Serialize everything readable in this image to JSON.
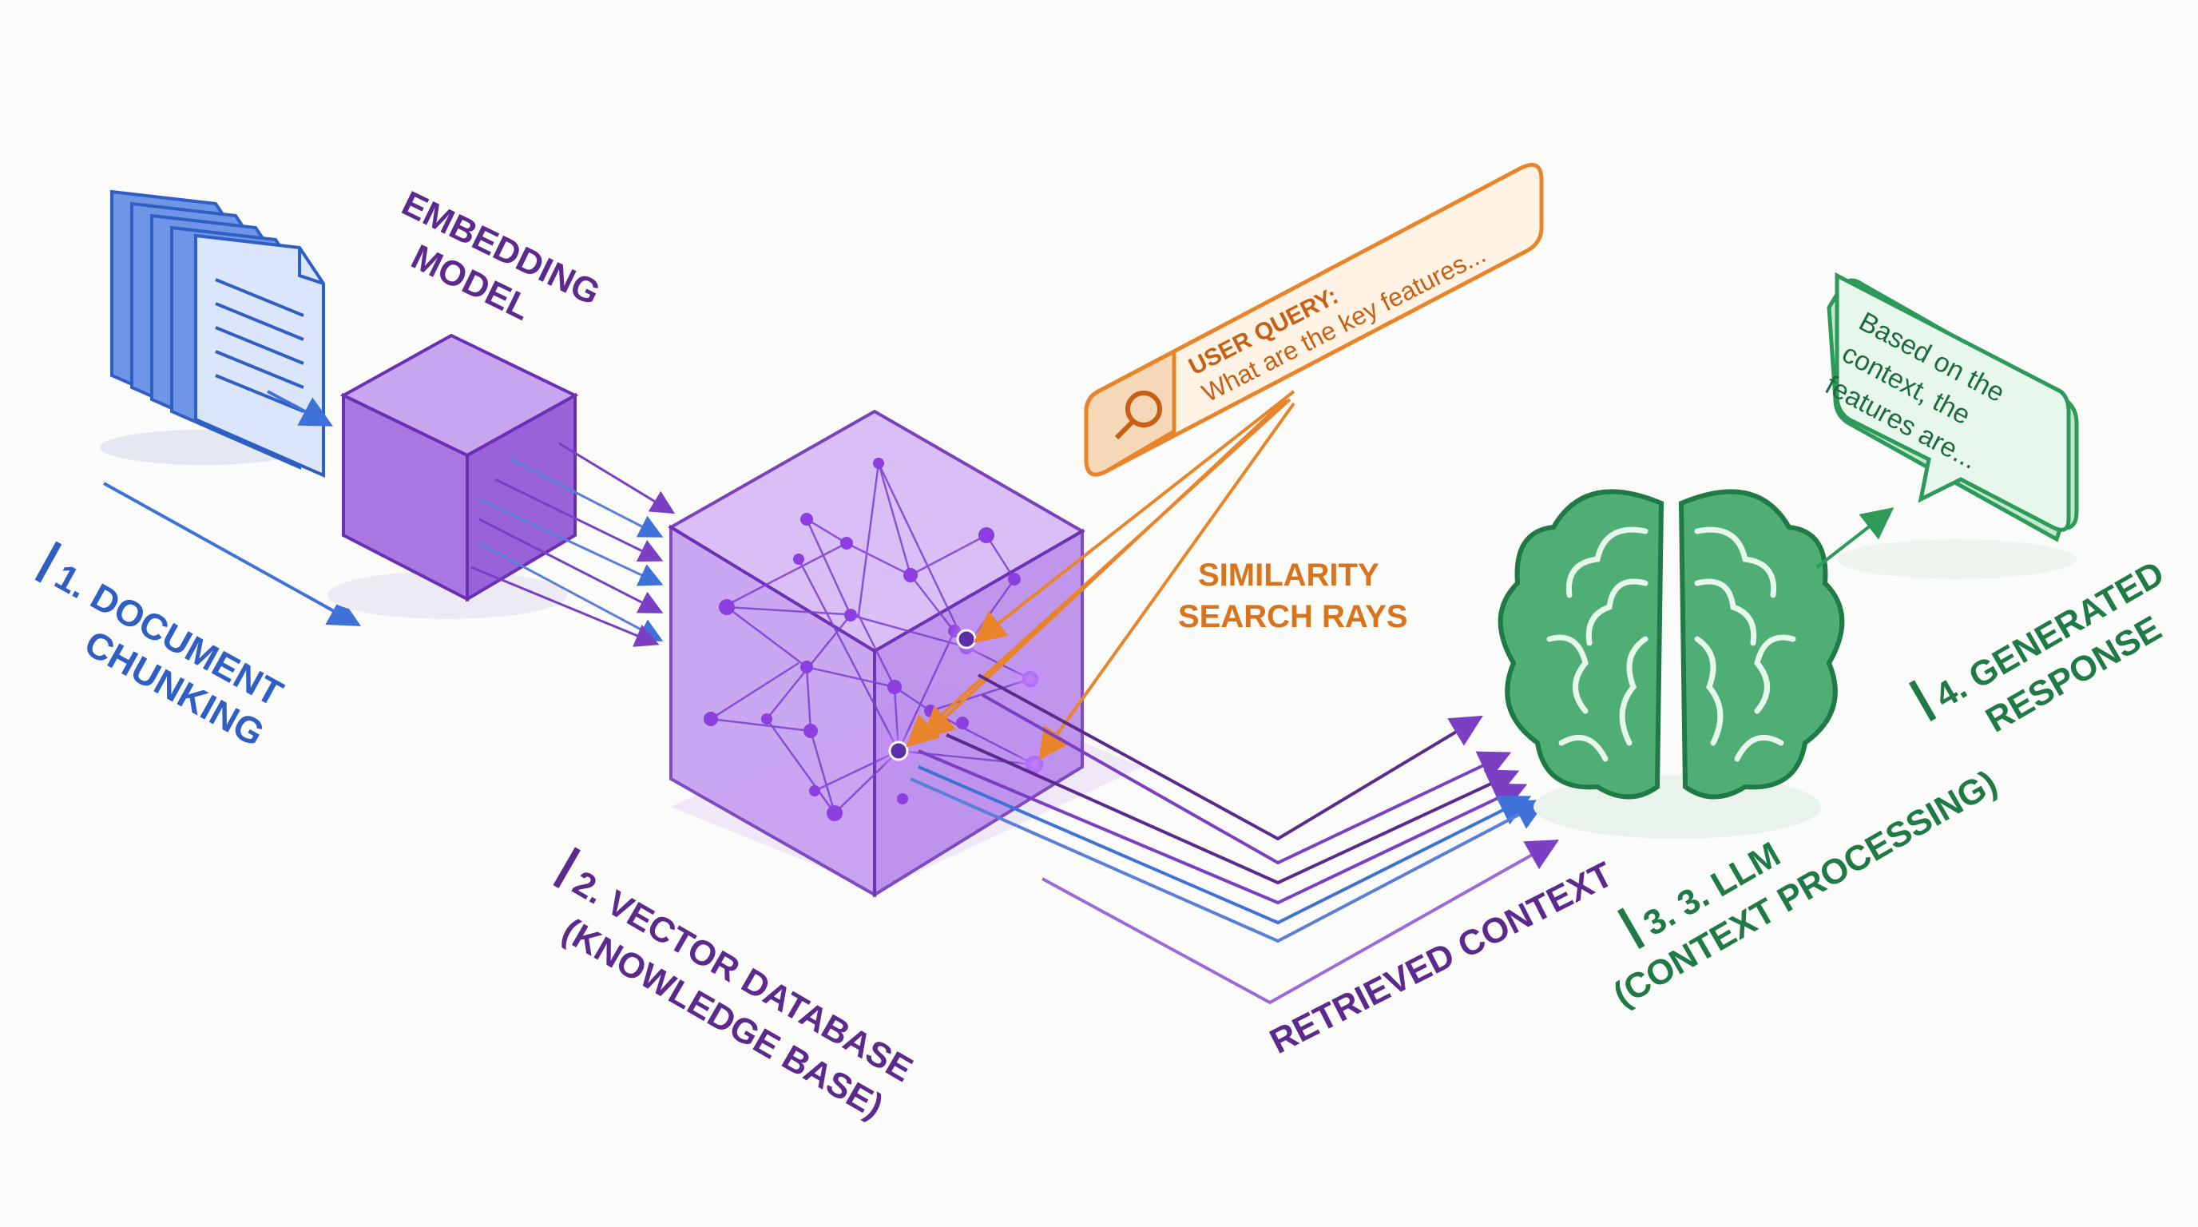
{
  "stages": {
    "chunking": "1. DOCUMENT CHUNKING",
    "chunking_lines": [
      "1. DOCUMENT",
      "CHUNKING"
    ],
    "embedding_lines": [
      "EMBEDDING",
      "MODEL"
    ],
    "vector_db_lines": [
      "2. VECTOR DATABASE",
      "(KNOWLEDGE BASE)"
    ],
    "similarity_lines": [
      "SIMILARITY",
      "SEARCH RAYS"
    ],
    "retrieved": "RETRIEVED CONTEXT",
    "llm_lines": [
      "3. 3. LLM",
      "(CONTEXT PROCESSING)"
    ],
    "response_lines": [
      "4. GENERATED",
      "RESPONSE"
    ]
  },
  "query": {
    "label": "USER QUERY:",
    "text": "What are the key features..."
  },
  "response_bubble": {
    "lines": [
      "Based on the",
      "context, the",
      "features are..."
    ]
  },
  "colors": {
    "blue": "#2f5fc4",
    "purple": "#7b3fc4",
    "orange": "#e8852b",
    "green": "#2e9a5a"
  },
  "icons": [
    "document-stack-icon",
    "embedding-cube-icon",
    "vector-database-cube-icon",
    "search-icon",
    "brain-icon",
    "speech-bubble-icon"
  ]
}
